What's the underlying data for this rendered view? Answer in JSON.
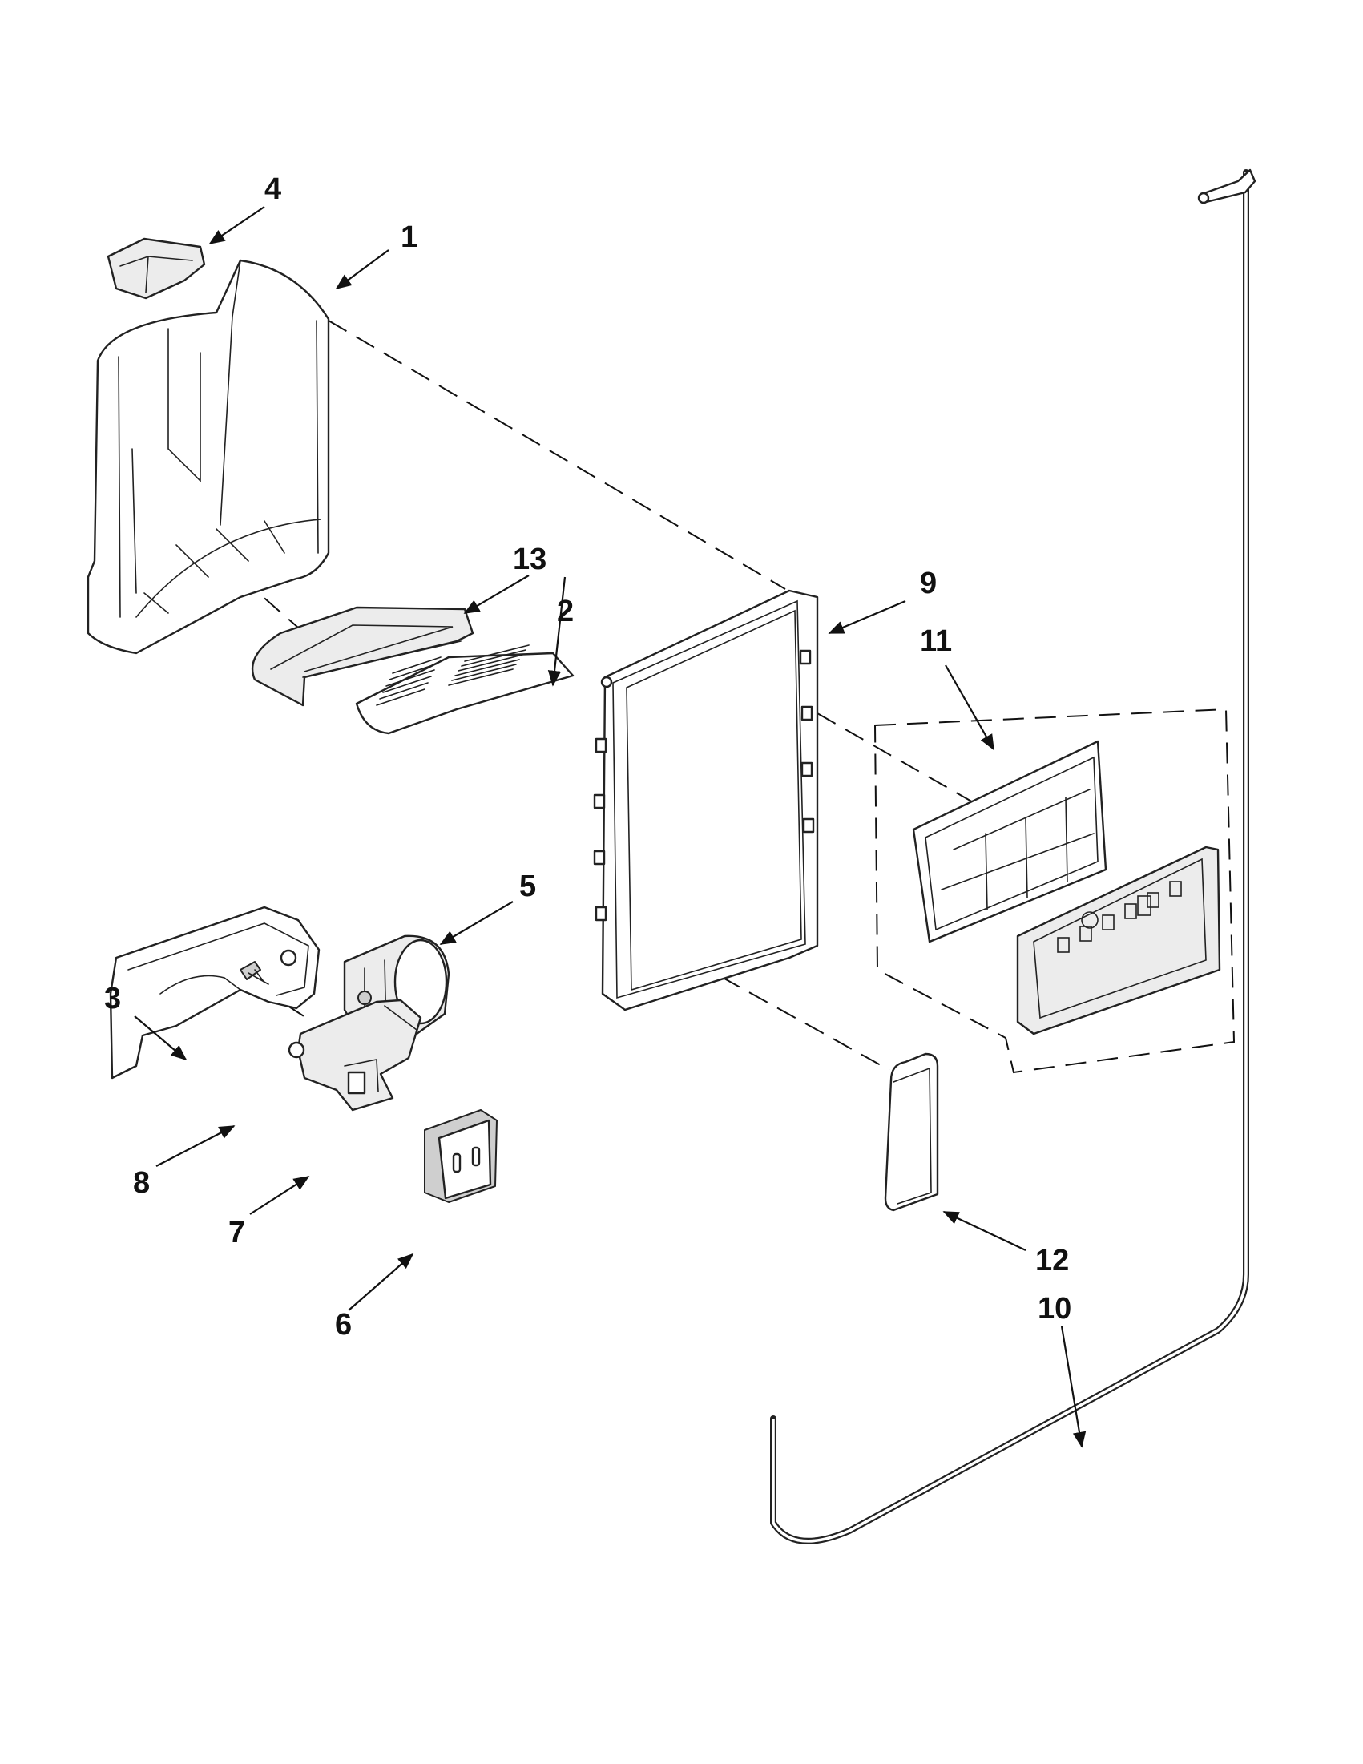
{
  "callouts": {
    "c1": "1",
    "c2": "2",
    "c3": "3",
    "c4": "4",
    "c5": "5",
    "c6": "6",
    "c7": "7",
    "c8": "8",
    "c9": "9",
    "c10": "10",
    "c11": "11",
    "c12": "12",
    "c13": "13"
  },
  "colors": {
    "line": "#222222",
    "background": "#ffffff",
    "part_shade": "#ececec"
  }
}
